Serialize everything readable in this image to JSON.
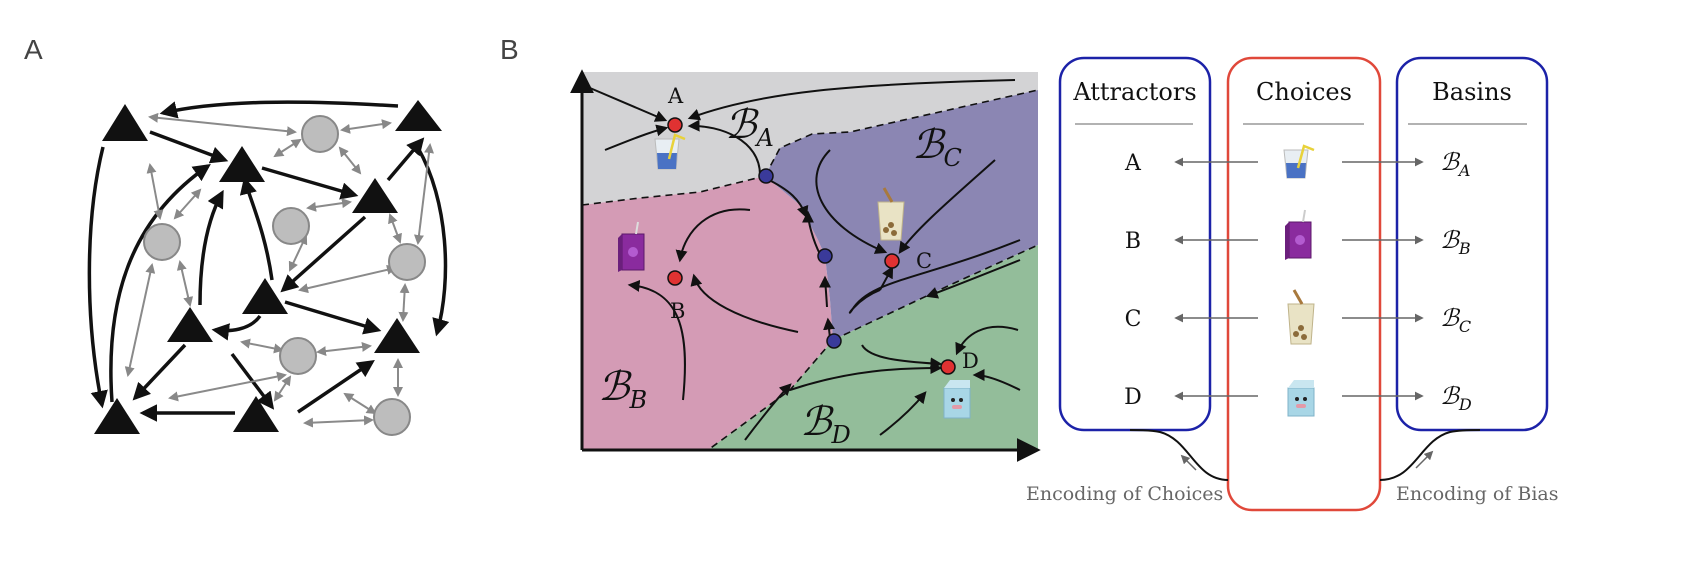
{
  "panels": {
    "a": "A",
    "b": "B"
  },
  "landscape": {
    "attractor_labels": [
      "A",
      "B",
      "C",
      "D"
    ],
    "basin_labels": [
      {
        "main": "ℬ",
        "sub": "A"
      },
      {
        "main": "ℬ",
        "sub": "B"
      },
      {
        "main": "ℬ",
        "sub": "C"
      },
      {
        "main": "ℬ",
        "sub": "D"
      }
    ]
  },
  "table": {
    "headers": {
      "attractors": "Attractors",
      "choices": "Choices",
      "basins": "Basins"
    },
    "rows": [
      {
        "attractor": "A",
        "choice_icon": "juice-glass-icon",
        "basin": "ℬ",
        "basin_sub": "A"
      },
      {
        "attractor": "B",
        "choice_icon": "juice-box-icon",
        "basin": "ℬ",
        "basin_sub": "B"
      },
      {
        "attractor": "C",
        "choice_icon": "boba-tea-icon",
        "basin": "ℬ",
        "basin_sub": "C"
      },
      {
        "attractor": "D",
        "choice_icon": "milk-carton-icon",
        "basin": "ℬ",
        "basin_sub": "D"
      }
    ],
    "encoding_left": "Encoding of Choices",
    "encoding_right": "Encoding of Bias"
  },
  "colors": {
    "basin_a": "#d3d3d5",
    "basin_b": "#d49bb5",
    "basin_c": "#8b86b3",
    "basin_d": "#93bd9a",
    "attractor_dot": "#e03232",
    "saddle_dot": "#3a3a9a",
    "box_blue": "#1c22a8",
    "box_red": "#e0483a"
  }
}
